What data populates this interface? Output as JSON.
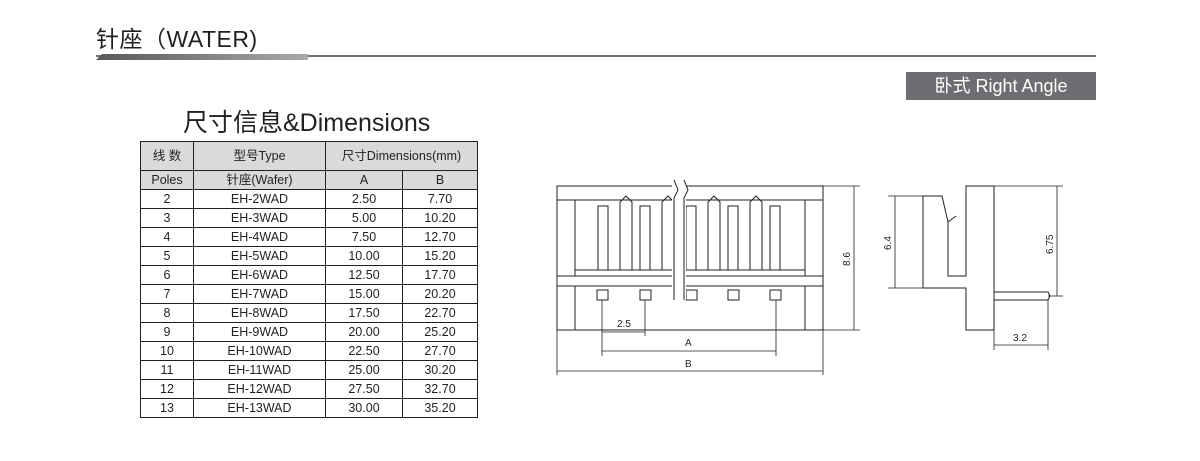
{
  "header": {
    "title": "针座（WATER)",
    "badge": "卧式 Right Angle"
  },
  "dimensions": {
    "heading": "尺寸信息&Dimensions",
    "col_poles_cn": "线 数",
    "col_poles_en": "Poles",
    "col_type_cn": "型号Type",
    "col_wafer": "针座(Wafer)",
    "col_dimensions": "尺寸Dimensions(mm)",
    "col_a": "A",
    "col_b": "B",
    "rows": [
      {
        "poles": "2",
        "type": "EH-2WAD",
        "a": "2.50",
        "b": "7.70"
      },
      {
        "poles": "3",
        "type": "EH-3WAD",
        "a": "5.00",
        "b": "10.20"
      },
      {
        "poles": "4",
        "type": "EH-4WAD",
        "a": "7.50",
        "b": "12.70"
      },
      {
        "poles": "5",
        "type": "EH-5WAD",
        "a": "10.00",
        "b": "15.20"
      },
      {
        "poles": "6",
        "type": "EH-6WAD",
        "a": "12.50",
        "b": "17.70"
      },
      {
        "poles": "7",
        "type": "EH-7WAD",
        "a": "15.00",
        "b": "20.20"
      },
      {
        "poles": "8",
        "type": "EH-8WAD",
        "a": "17.50",
        "b": "22.70"
      },
      {
        "poles": "9",
        "type": "EH-9WAD",
        "a": "20.00",
        "b": "25.20"
      },
      {
        "poles": "10",
        "type": "EH-10WAD",
        "a": "22.50",
        "b": "27.70"
      },
      {
        "poles": "11",
        "type": "EH-11WAD",
        "a": "25.00",
        "b": "30.20"
      },
      {
        "poles": "12",
        "type": "EH-12WAD",
        "a": "27.50",
        "b": "32.70"
      },
      {
        "poles": "13",
        "type": "EH-13WAD",
        "a": "30.00",
        "b": "35.20"
      }
    ]
  },
  "drawing": {
    "front": {
      "pitch": "2.5",
      "a": "A",
      "b": "B",
      "height": "8.6"
    },
    "side": {
      "h1": "6.4",
      "h2": "6.75",
      "depth": "3.2"
    }
  }
}
